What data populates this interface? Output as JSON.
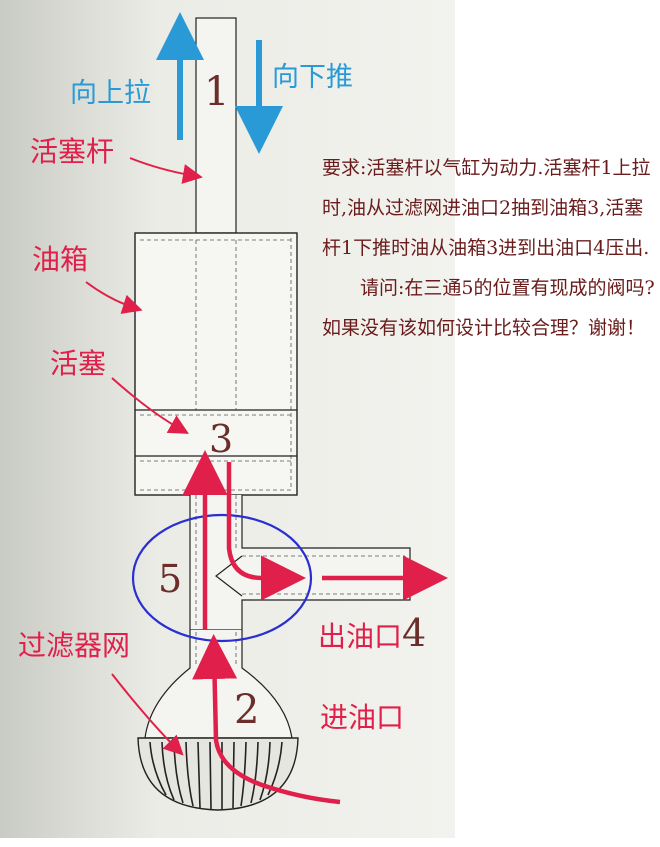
{
  "labels": {
    "pull_up": "向上拉",
    "push_down": "向下推",
    "piston_rod": "活塞杆",
    "oil_tank": "油箱",
    "piston": "活塞",
    "filter": "过滤器网",
    "outlet": "出油口",
    "inlet": "进油口"
  },
  "numbers": {
    "n1": "1",
    "n2": "2",
    "n3": "3",
    "n4": "4",
    "n5": "5"
  },
  "description": {
    "requirement": "要求:活塞杆以气缸为动力.活塞杆1上拉时,油从过滤网进油口2抽到油箱3,活塞杆1下推时油从油箱3进到出油口4压出.",
    "question": "请问:在三通5的位置有现成的阀吗?如果没有该如何设计比较合理？谢谢！"
  },
  "colors": {
    "background_panel": "#e9ebe4",
    "red_label": "#e0204a",
    "blue_arrow": "#2a9ad6",
    "number_brown": "#6b2e2a",
    "ellipse_blue": "#2b2fd0",
    "text_dark_red": "#6a1c1c"
  }
}
